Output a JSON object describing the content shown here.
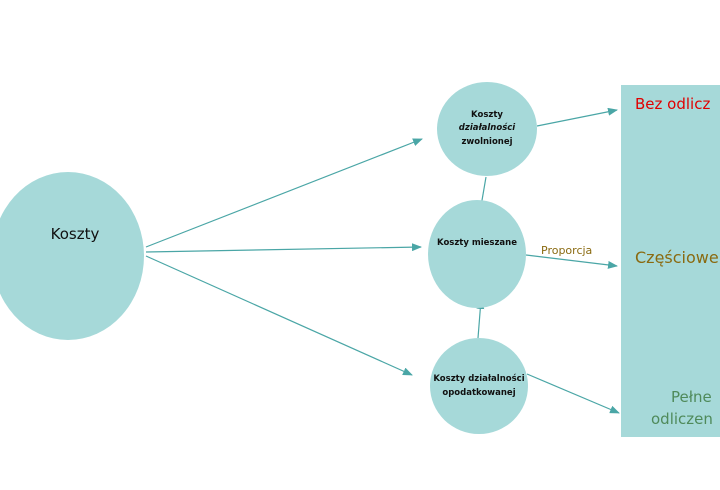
{
  "colors": {
    "node_fill": "#a6d9d9",
    "arrow": "#4aa6a6",
    "bez_text": "#e00000",
    "czesciowe_text": "#8a6a10",
    "pelne_text": "#4f8a5a",
    "proporcja_text": "#8a6a10"
  },
  "nodes": {
    "koszty": "Koszty",
    "zwolnionej": {
      "line1": "Koszty",
      "line2": "działalności",
      "line3": "zwolnionej"
    },
    "mieszane": "Koszty mieszane",
    "opodatkowanej": {
      "line1": "Koszty działalności",
      "line2": "opodatkowanej"
    }
  },
  "edge_labels": {
    "proporcja": "Proporcja"
  },
  "panel": {
    "bez": "Bez odlicz",
    "czesciowe": "Częściowe",
    "pelne_line1": "Pełne",
    "pelne_line2": "odliczen"
  }
}
